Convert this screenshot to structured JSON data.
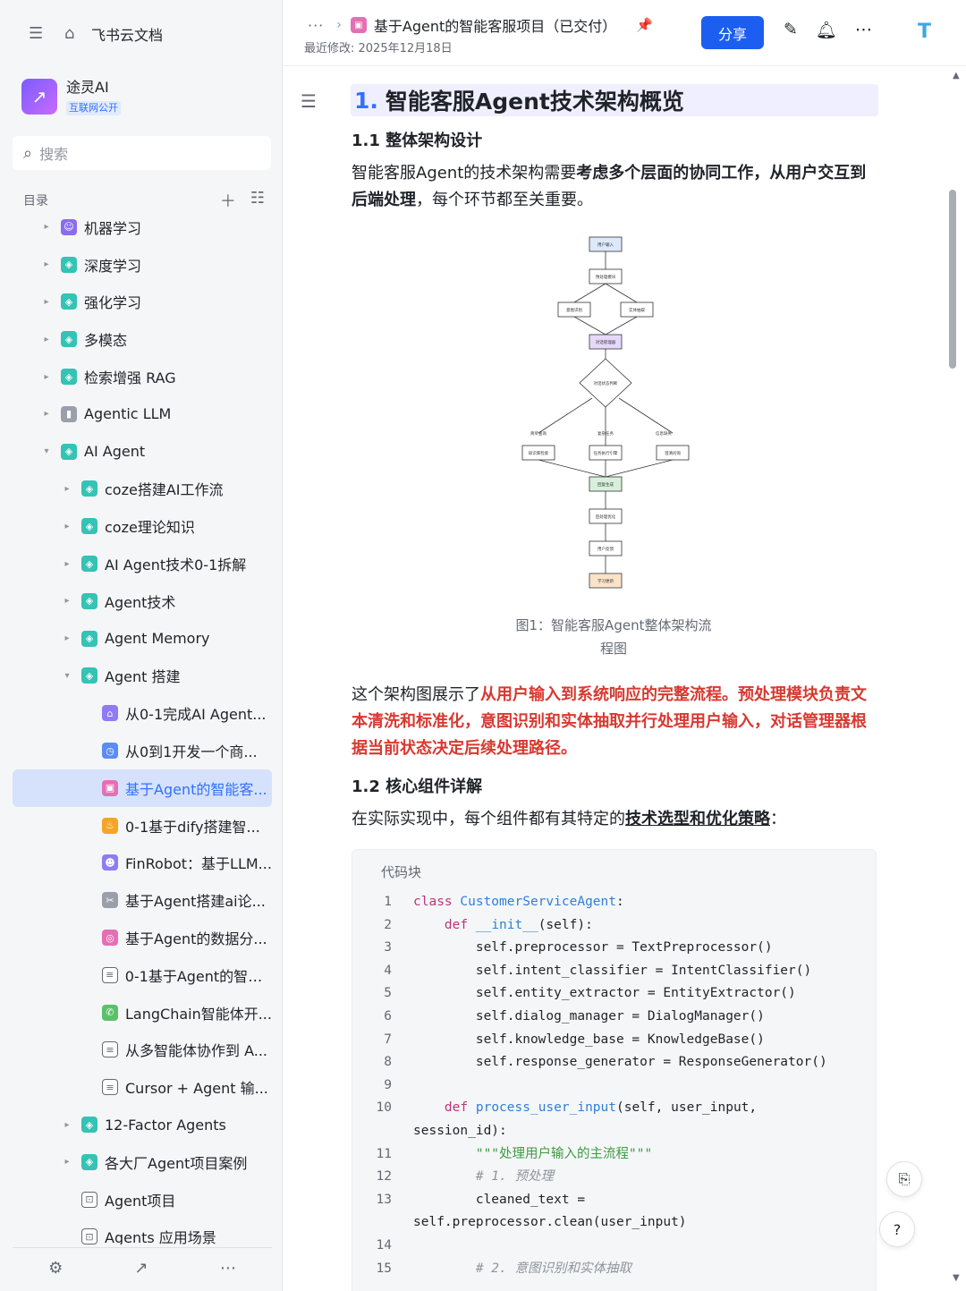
{
  "sidebar": {
    "brand": "飞书云文档",
    "space_name": "途灵AI",
    "space_tag": "互联网公开",
    "search_placeholder": "搜索",
    "toc_label": "目录",
    "items": [
      {
        "label": "机器学习",
        "level": 0,
        "arrow": "▸",
        "icon": "robot-icon"
      },
      {
        "label": "深度学习",
        "level": 0,
        "arrow": "▸",
        "icon": "tag-icon"
      },
      {
        "label": "强化学习",
        "level": 0,
        "arrow": "▸",
        "icon": "tag-icon"
      },
      {
        "label": "多模态",
        "level": 0,
        "arrow": "▸",
        "icon": "tag-icon"
      },
      {
        "label": "检索增强 RAG",
        "level": 0,
        "arrow": "▸",
        "icon": "tag-icon"
      },
      {
        "label": "Agentic LLM",
        "level": 0,
        "arrow": "▸",
        "icon": "bottle-icon"
      },
      {
        "label": "AI Agent",
        "level": 0,
        "arrow": "▾",
        "icon": "tag-icon"
      },
      {
        "label": "coze搭建AI工作流",
        "level": 1,
        "arrow": "▸",
        "icon": "tag-icon"
      },
      {
        "label": "coze理论知识",
        "level": 1,
        "arrow": "▸",
        "icon": "tag-icon"
      },
      {
        "label": "AI Agent技术0-1拆解",
        "level": 1,
        "arrow": "▸",
        "icon": "tag-icon"
      },
      {
        "label": "Agent技术",
        "level": 1,
        "arrow": "▸",
        "icon": "tag-icon"
      },
      {
        "label": "Agent Memory",
        "level": 1,
        "arrow": "▸",
        "icon": "tag-icon"
      },
      {
        "label": "Agent 搭建",
        "level": 1,
        "arrow": "▾",
        "icon": "tag-icon"
      },
      {
        "label": "从0-1完成AI Agent...",
        "level": 2,
        "arrow": "",
        "icon": "home-doc-icon"
      },
      {
        "label": "从0到1开发一个商...",
        "level": 2,
        "arrow": "",
        "icon": "clock-doc-icon"
      },
      {
        "label": "基于Agent的智能客...",
        "level": 2,
        "arrow": "",
        "icon": "gamepad-icon",
        "active": true
      },
      {
        "label": "0-1基于dify搭建智...",
        "level": 2,
        "arrow": "",
        "icon": "flame-icon"
      },
      {
        "label": "FinRobot：基于LLM...",
        "level": 2,
        "arrow": "",
        "icon": "bot-face-icon"
      },
      {
        "label": "基于Agent搭建ai论...",
        "level": 2,
        "arrow": "",
        "icon": "tools-icon"
      },
      {
        "label": "基于Agent的数据分...",
        "level": 2,
        "arrow": "",
        "icon": "spiral-icon"
      },
      {
        "label": "0-1基于Agent的智能...",
        "level": 2,
        "arrow": "",
        "icon": "doc-icon"
      },
      {
        "label": "LangChain智能体开...",
        "level": 2,
        "arrow": "",
        "icon": "chat-icon"
      },
      {
        "label": "从多智能体协作到 A...",
        "level": 2,
        "arrow": "",
        "icon": "doc-icon"
      },
      {
        "label": "Cursor + Agent 输...",
        "level": 2,
        "arrow": "",
        "icon": "doc-icon"
      },
      {
        "label": "12-Factor Agents",
        "level": 1,
        "arrow": "▸",
        "icon": "tag-icon"
      },
      {
        "label": "各大厂Agent项目案例",
        "level": 1,
        "arrow": "▸",
        "icon": "tag-icon"
      },
      {
        "label": "Agent项目",
        "level": 1,
        "arrow": "",
        "icon": "box-doc-icon"
      },
      {
        "label": "Agents 应用场景",
        "level": 1,
        "arrow": "",
        "icon": "box-doc-icon"
      }
    ]
  },
  "header": {
    "breadcrumb_title": "基于Agent的智能客服项目（已交付）",
    "modified": "最近修改: 2025年12月18日",
    "share_label": "分享"
  },
  "doc": {
    "h1_num": "1.",
    "h1_text": "智能客服Agent技术架构概览",
    "h2_1": "1.1 整体架构设计",
    "p1_a": "智能客服Agent的技术架构需要",
    "p1_b": "考虑多个层面的协同工作，从用户交互到后端处理",
    "p1_c": "，每个环节都至关重要。",
    "caption": "图1：智能客服Agent整体架构流程图",
    "p2_a": "这个架构图展示了",
    "p2_b": "从用户输入到系统响应的完整流程。预处理模块负责文本清洗和标准化，意图识别和实体抽取并行处理用户输入，对话管理器根据当前状态决定后续处理路径。",
    "h2_2": "1.2 核心组件详解",
    "p3_a": "在实际实现中，每个组件都有其特定的",
    "p3_b": "技术选型和优化策略",
    "p3_c": "：",
    "code_title": "代码块"
  },
  "flowchart": {
    "nodes": [
      "用户输入",
      "预处理模块",
      "意图识别",
      "实体抽取",
      "对话管理器",
      "对话状态判断",
      "知识库检索",
      "任务执行引擎",
      "澄清问询",
      "回复生成",
      "后处理优化",
      "用户反馈",
      "学习更新"
    ],
    "branch_labels": [
      "简单查询",
      "复杂任务",
      "信息缺失"
    ]
  },
  "code_lines": [
    {
      "n": "1",
      "html": "<span class=\"kw\">class</span> <span class=\"fn\">CustomerServiceAgent</span>:"
    },
    {
      "n": "2",
      "html": "    <span class=\"kw\">def</span> <span class=\"fn\">__init__</span>(self):"
    },
    {
      "n": "3",
      "html": "        self.preprocessor = TextPreprocessor()"
    },
    {
      "n": "4",
      "html": "        self.intent_classifier = IntentClassifier()"
    },
    {
      "n": "5",
      "html": "        self.entity_extractor = EntityExtractor()"
    },
    {
      "n": "6",
      "html": "        self.dialog_manager = DialogManager()"
    },
    {
      "n": "7",
      "html": "        self.knowledge_base = KnowledgeBase()"
    },
    {
      "n": "8",
      "html": "        self.response_generator = ResponseGenerator()"
    },
    {
      "n": "9",
      "html": ""
    },
    {
      "n": "10",
      "html": "    <span class=\"kw\">def</span> <span class=\"fn\">process_user_input</span>(self, user_input,"
    },
    {
      "n": "",
      "html": "session_id):"
    },
    {
      "n": "11",
      "html": "        <span class=\"str\">\"\"\"处理用户输入的主流程\"\"\"</span>"
    },
    {
      "n": "12",
      "html": "        <span class=\"cm\"># 1. 预处理</span>"
    },
    {
      "n": "13",
      "html": "        cleaned_text ="
    },
    {
      "n": "",
      "html": "self.preprocessor.clean(user_input)"
    },
    {
      "n": "14",
      "html": ""
    },
    {
      "n": "15",
      "html": "        <span class=\"cm\"># 2. 意图识别和实体抽取</span>"
    }
  ]
}
